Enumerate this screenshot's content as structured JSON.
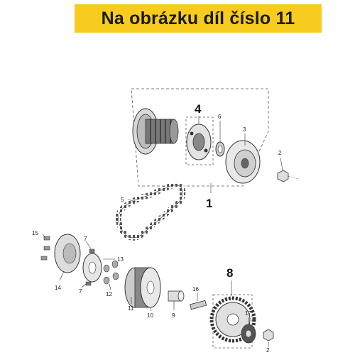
{
  "banner": {
    "text": "Na obrázku díl číslo 11"
  },
  "callouts": [
    {
      "id": "c4",
      "text": "4"
    },
    {
      "id": "c6",
      "text": "6"
    },
    {
      "id": "c3",
      "text": "3"
    },
    {
      "id": "c2a",
      "text": "2"
    },
    {
      "id": "c5",
      "text": "5"
    },
    {
      "id": "c1",
      "text": "1"
    },
    {
      "id": "c15",
      "text": "15"
    },
    {
      "id": "c7a",
      "text": "7"
    },
    {
      "id": "c13",
      "text": "13"
    },
    {
      "id": "c7b",
      "text": "7"
    },
    {
      "id": "c14",
      "text": "14"
    },
    {
      "id": "c12",
      "text": "12"
    },
    {
      "id": "c11",
      "text": "11"
    },
    {
      "id": "c10",
      "text": "10"
    },
    {
      "id": "c9",
      "text": "9"
    },
    {
      "id": "c16",
      "text": "16"
    },
    {
      "id": "c8",
      "text": "8"
    },
    {
      "id": "c17",
      "text": "17"
    },
    {
      "id": "c2b",
      "text": "2"
    }
  ],
  "colors": {
    "banner": "#f7cc1f",
    "line": "#333333"
  }
}
